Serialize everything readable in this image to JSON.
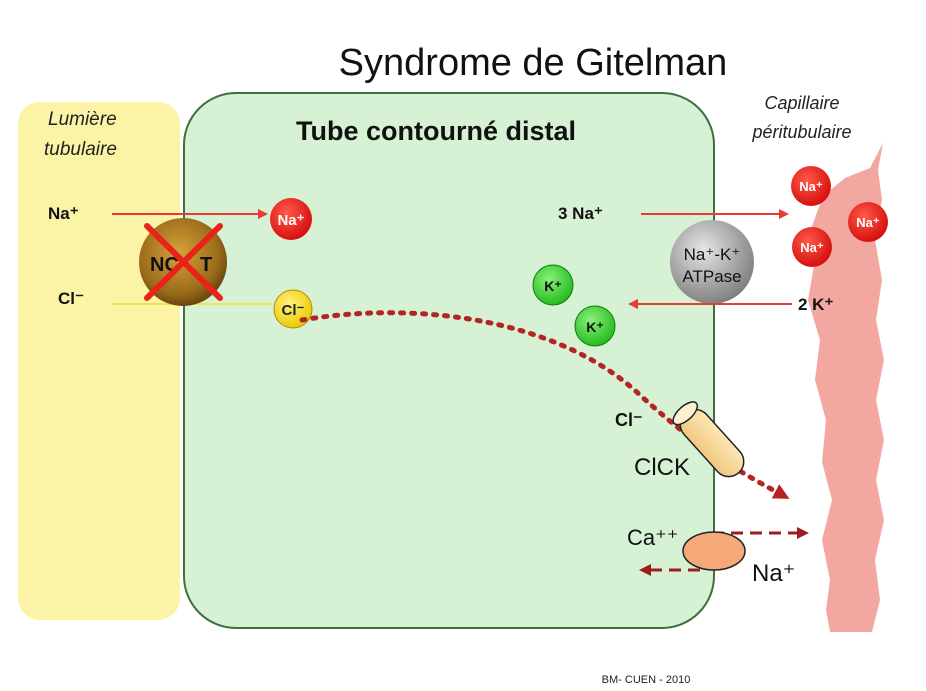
{
  "title": "Syndrome de Gitelman",
  "lumen": {
    "line1": "Lumière",
    "line2": "tubulaire"
  },
  "cell": {
    "label": "Tube contourné distal"
  },
  "capillary": {
    "line1": "Capillaire",
    "line2": "péritubulaire"
  },
  "left": {
    "na": "Na⁺",
    "cl": "Cl⁻"
  },
  "ncct": {
    "label_a": "NC",
    "label_b": "T"
  },
  "intra": {
    "na": "Na⁺",
    "cl": "Cl⁻",
    "k1": "K⁺",
    "k2": "K⁺"
  },
  "pump": {
    "line1": "Na⁺-K⁺",
    "line2": "ATPase",
    "na_out": "3 Na⁺",
    "k_in": "2 K⁺"
  },
  "blood": {
    "na1": "Na⁺",
    "na2": "Na⁺",
    "na3": "Na⁺"
  },
  "clck": {
    "cl": "Cl⁻",
    "label": "ClCK"
  },
  "exchanger": {
    "ca": "Ca⁺⁺",
    "na": "Na⁺"
  },
  "footer": "BM- CUEN - 2010",
  "colors": {
    "lumen": "#fbf4a6",
    "cell": "#d6f1d3",
    "cell_border": "#3f6f3f",
    "capillary": "#f3a7a1",
    "na_ion": "#e30f0f",
    "k_ion": "#2ed12a",
    "cl_ion": "#f3d400",
    "block_x": "#e8231a",
    "arrow_red": "#e93a35",
    "dotted": "#b52424"
  }
}
